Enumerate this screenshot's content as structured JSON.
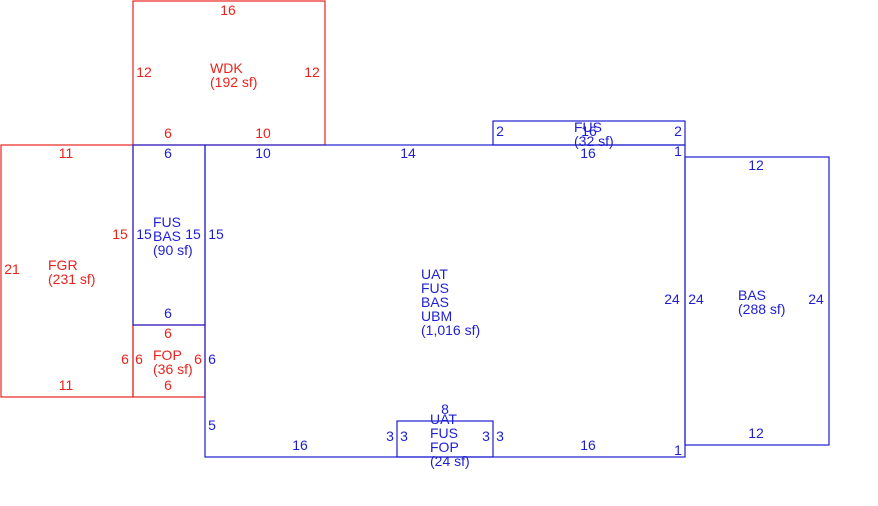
{
  "colors": {
    "red": "#e8231e",
    "blue": "#1f1fd2"
  },
  "areas": {
    "wdk": {
      "codes": [
        "WDK"
      ],
      "area": "(192 sf)"
    },
    "fgr": {
      "codes": [
        "FGR"
      ],
      "area": "(231 sf)"
    },
    "fus_bas": {
      "codes": [
        "FUS",
        "BAS"
      ],
      "area": "(90 sf)"
    },
    "fop_left": {
      "codes": [
        "FOP"
      ],
      "area": "(36 sf)"
    },
    "main": {
      "codes": [
        "UAT",
        "FUS",
        "BAS",
        "UBM"
      ],
      "area": "(1,016 sf)"
    },
    "bas_right": {
      "codes": [
        "BAS"
      ],
      "area": "(288 sf)"
    },
    "fus_top": {
      "codes": [
        "FUS"
      ],
      "area": "(32 sf)"
    },
    "bottom_bump": {
      "codes": [
        "UAT",
        "FUS",
        "FOP"
      ],
      "area": "(24 sf)"
    }
  },
  "dimensions": {
    "wdk_top": "16",
    "wdk_left": "12",
    "wdk_right": "12",
    "wdk_bottom_a": "6",
    "wdk_bottom_b": "10",
    "fgr_top": "11",
    "fgr_left": "21",
    "fgr_right": "15",
    "fgr_bottom": "11",
    "fb_top": "6",
    "fb_left": "15",
    "fb_right": "15",
    "fb_bottom": "6",
    "fop_top": "6",
    "fop_left_outer": "6",
    "fop_left_inner": "6",
    "fop_right": "6",
    "fop_bottom": "6",
    "main_top_a": "10",
    "main_top_b": "14",
    "main_top_c": "16",
    "main_left_upper": "15",
    "main_left_lower_a": "6",
    "main_left_lower_b": "5",
    "main_right": "24",
    "main_right_top": "1",
    "main_right_bottom": "1",
    "main_bottom_a": "16",
    "main_bottom_b": "16",
    "bump_top": "8",
    "bump_left_a": "3",
    "bump_left_b": "3",
    "bump_right_a": "3",
    "bump_right_b": "3",
    "fus_top_left": "2",
    "fus_top_right": "2",
    "fus_top_label": "16",
    "bas_top": "12",
    "bas_left": "24",
    "bas_right": "24",
    "bas_bottom": "12"
  }
}
